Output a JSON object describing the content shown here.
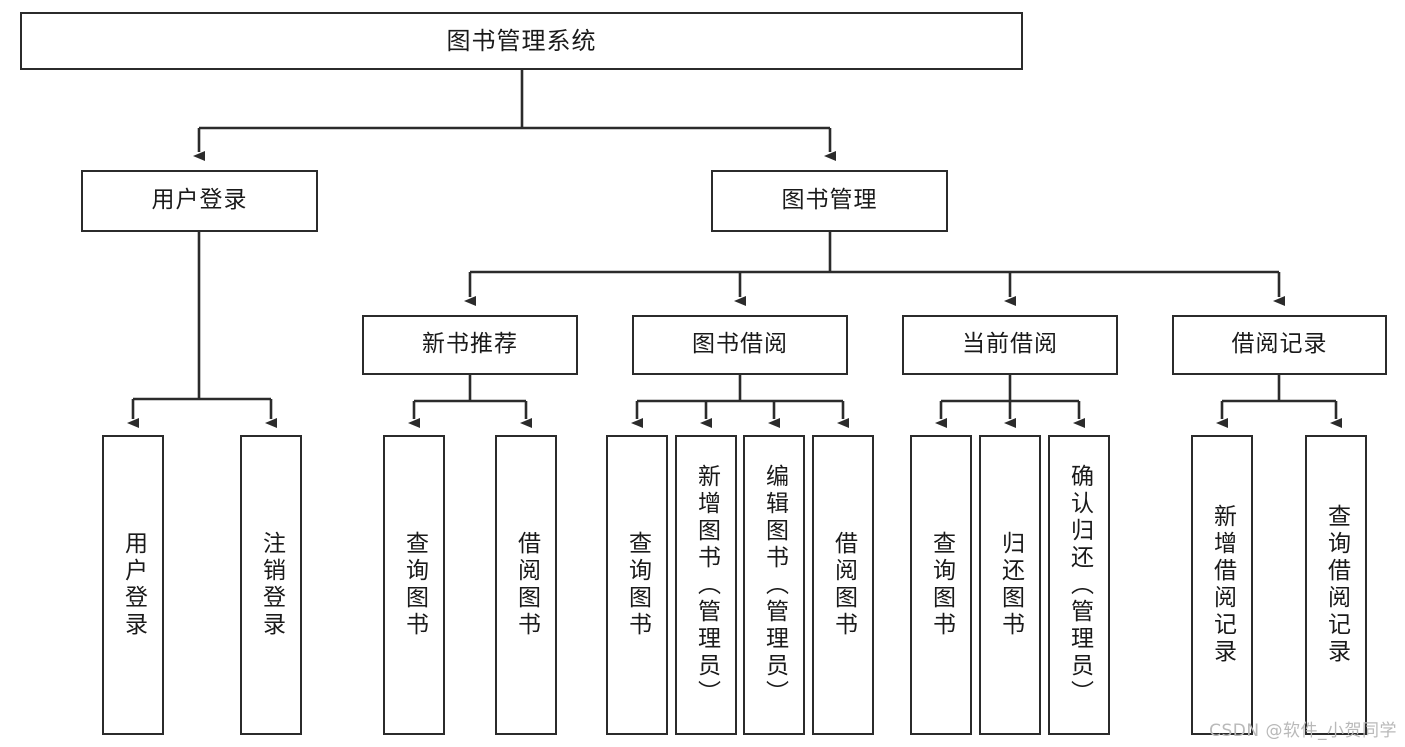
{
  "diagram": {
    "title": "图书管理系统",
    "type": "tree",
    "root": {
      "label": "图书管理系统"
    },
    "level2": [
      {
        "id": "user-login",
        "label": "用户登录"
      },
      {
        "id": "book-manage",
        "label": "图书管理"
      }
    ],
    "level3": [
      {
        "id": "new-book-recommend",
        "label": "新书推荐",
        "parent": "book-manage"
      },
      {
        "id": "book-borrow",
        "label": "图书借阅",
        "parent": "book-manage"
      },
      {
        "id": "current-borrow",
        "label": "当前借阅",
        "parent": "book-manage"
      },
      {
        "id": "borrow-record",
        "label": "借阅记录",
        "parent": "book-manage"
      }
    ],
    "leaves": {
      "user_login": [
        {
          "id": "leaf-user-login",
          "label": "用户登录"
        },
        {
          "id": "leaf-logout",
          "label": "注销登录"
        }
      ],
      "new_book_recommend": [
        {
          "id": "leaf-query-book-1",
          "label": "查询图书"
        },
        {
          "id": "leaf-borrow-book-1",
          "label": "借阅图书"
        }
      ],
      "book_borrow": [
        {
          "id": "leaf-query-book-2",
          "label": "查询图书"
        },
        {
          "id": "leaf-add-book",
          "label": "新增图书（管理员）"
        },
        {
          "id": "leaf-edit-book",
          "label": "编辑图书（管理员）"
        },
        {
          "id": "leaf-borrow-book-2",
          "label": "借阅图书"
        }
      ],
      "current_borrow": [
        {
          "id": "leaf-query-book-3",
          "label": "查询图书"
        },
        {
          "id": "leaf-return-book",
          "label": "归还图书"
        },
        {
          "id": "leaf-confirm-return",
          "label": "确认归还（管理员）"
        }
      ],
      "borrow_record": [
        {
          "id": "leaf-add-record",
          "label": "新增借阅记录"
        },
        {
          "id": "leaf-query-record",
          "label": "查询借阅记录"
        }
      ]
    },
    "colors": {
      "stroke": "#2b2b2b",
      "fill": "#ffffff",
      "text": "#1a1a1a",
      "watermark": "#b9b9b9"
    }
  },
  "watermark": {
    "text": "CSDN @软件_小贺同学"
  }
}
